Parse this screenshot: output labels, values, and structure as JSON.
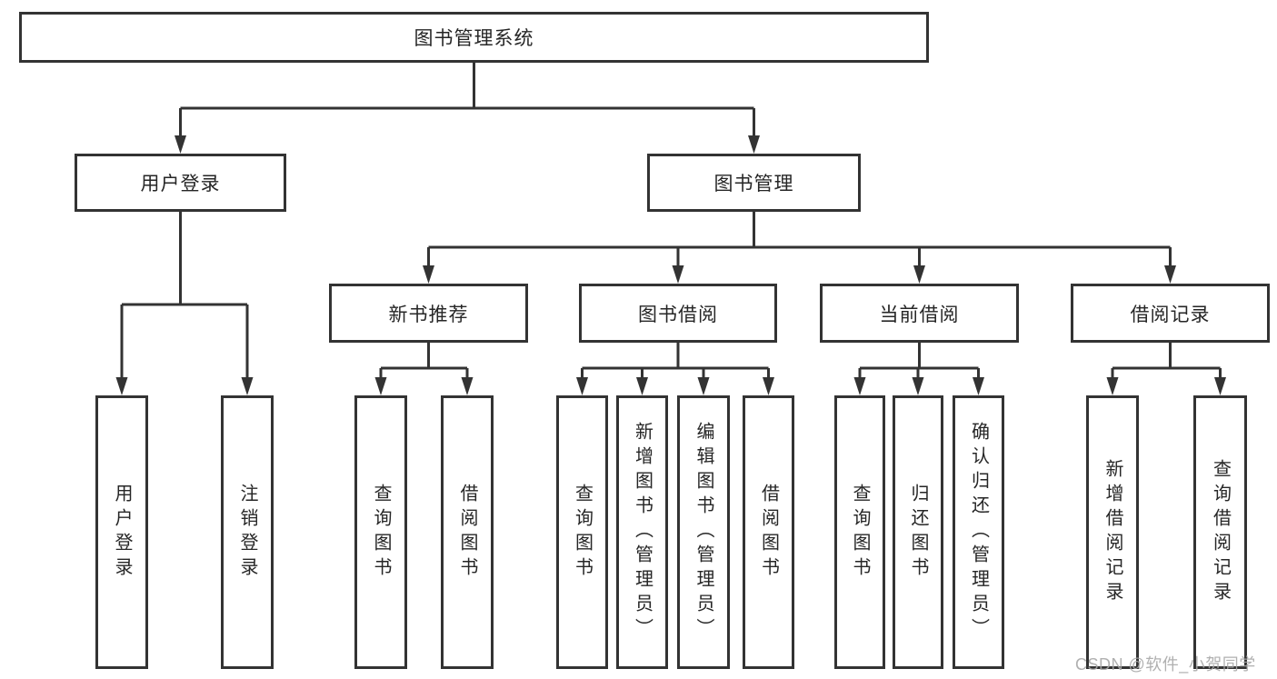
{
  "colors": {
    "line": "#333333",
    "node_border": "#333333",
    "node_text": "#262626",
    "background": "#ffffff",
    "watermark_text": "#a8a8a8"
  },
  "nodes": {
    "root": "图书管理系统",
    "level2": [
      "用户登录",
      "图书管理"
    ],
    "level3": [
      "新书推荐",
      "图书借阅",
      "当前借阅",
      "借阅记录"
    ],
    "leaves_user_login": [
      "用户登录",
      "注销登录"
    ],
    "leaves_new_book": [
      "查询图书",
      "借阅图书"
    ],
    "leaves_book_borrow": [
      "查询图书",
      "新增图书（管理员）",
      "编辑图书（管理员）",
      "借阅图书"
    ],
    "leaves_current_borrow": [
      "查询图书",
      "归还图书",
      "确认归还（管理员）"
    ],
    "leaves_borrow_records": [
      "新增借阅记录",
      "查询借阅记录"
    ]
  },
  "watermark": "CSDN @软件_小贺同学"
}
